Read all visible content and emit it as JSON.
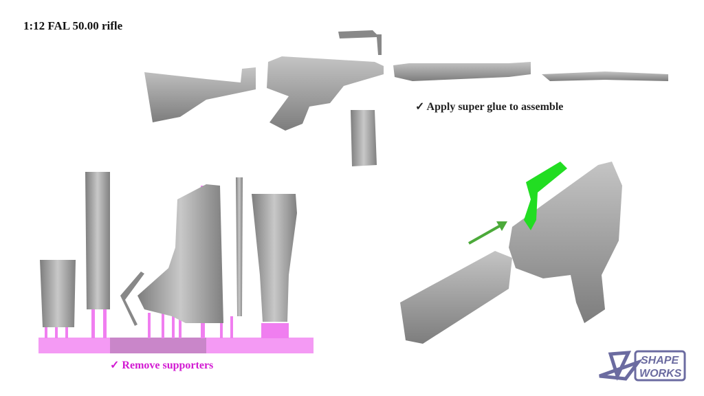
{
  "title": "1:12 FAL 50.00 rifle",
  "captions": {
    "glue": "✓  Apply super glue to assemble",
    "remove": "✓  Remove supporters"
  },
  "logo": {
    "text_line1": "SHAPE",
    "text_line2": "WORKS"
  },
  "colors": {
    "part_gray": "#9a9a9a",
    "support_pink": "#f07ef0",
    "handle_green": "#22dd22",
    "arrow_green": "#4caa3a",
    "logo_purple": "#6b6ba0",
    "remove_text": "#d21ad2"
  }
}
